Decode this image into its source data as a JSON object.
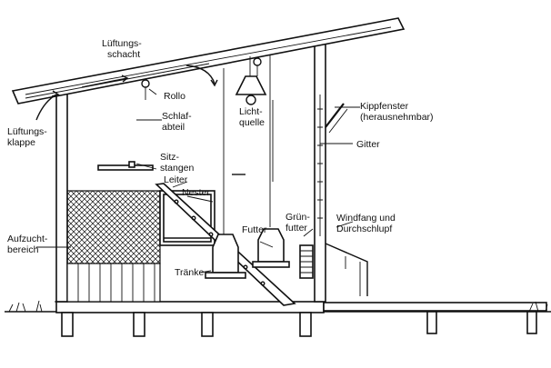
{
  "labels": {
    "lueftungsschacht_1": "Lüftungs-",
    "lueftungsschacht_2": "schacht",
    "rollo": "Rollo",
    "lichtquelle_1": "Licht-",
    "lichtquelle_2": "quelle",
    "kippfenster_1": "Kippfenster",
    "kippfenster_2": "(herausnehmbar)",
    "lueftungsklappe_1": "Lüftungs-",
    "lueftungsklappe_2": "klappe",
    "schlafabteil_1": "Schlaf-",
    "schlafabteil_2": "abteil",
    "gitter": "Gitter",
    "sitzstangen_1": "Sitz-",
    "sitzstangen_2": "stangen",
    "leiter": "Leiter",
    "nester": "Nester",
    "gruenfutter_1": "Grün-",
    "gruenfutter_2": "futter",
    "windfang_1": "Windfang und",
    "windfang_2": "Durchschlupf",
    "aufzuchtbereich_1": "Aufzucht-",
    "aufzuchtbereich_2": "bereich",
    "futter": "Futter",
    "traenke": "Tränke"
  },
  "colors": {
    "ink": "#111111",
    "paper": "#ffffff"
  }
}
